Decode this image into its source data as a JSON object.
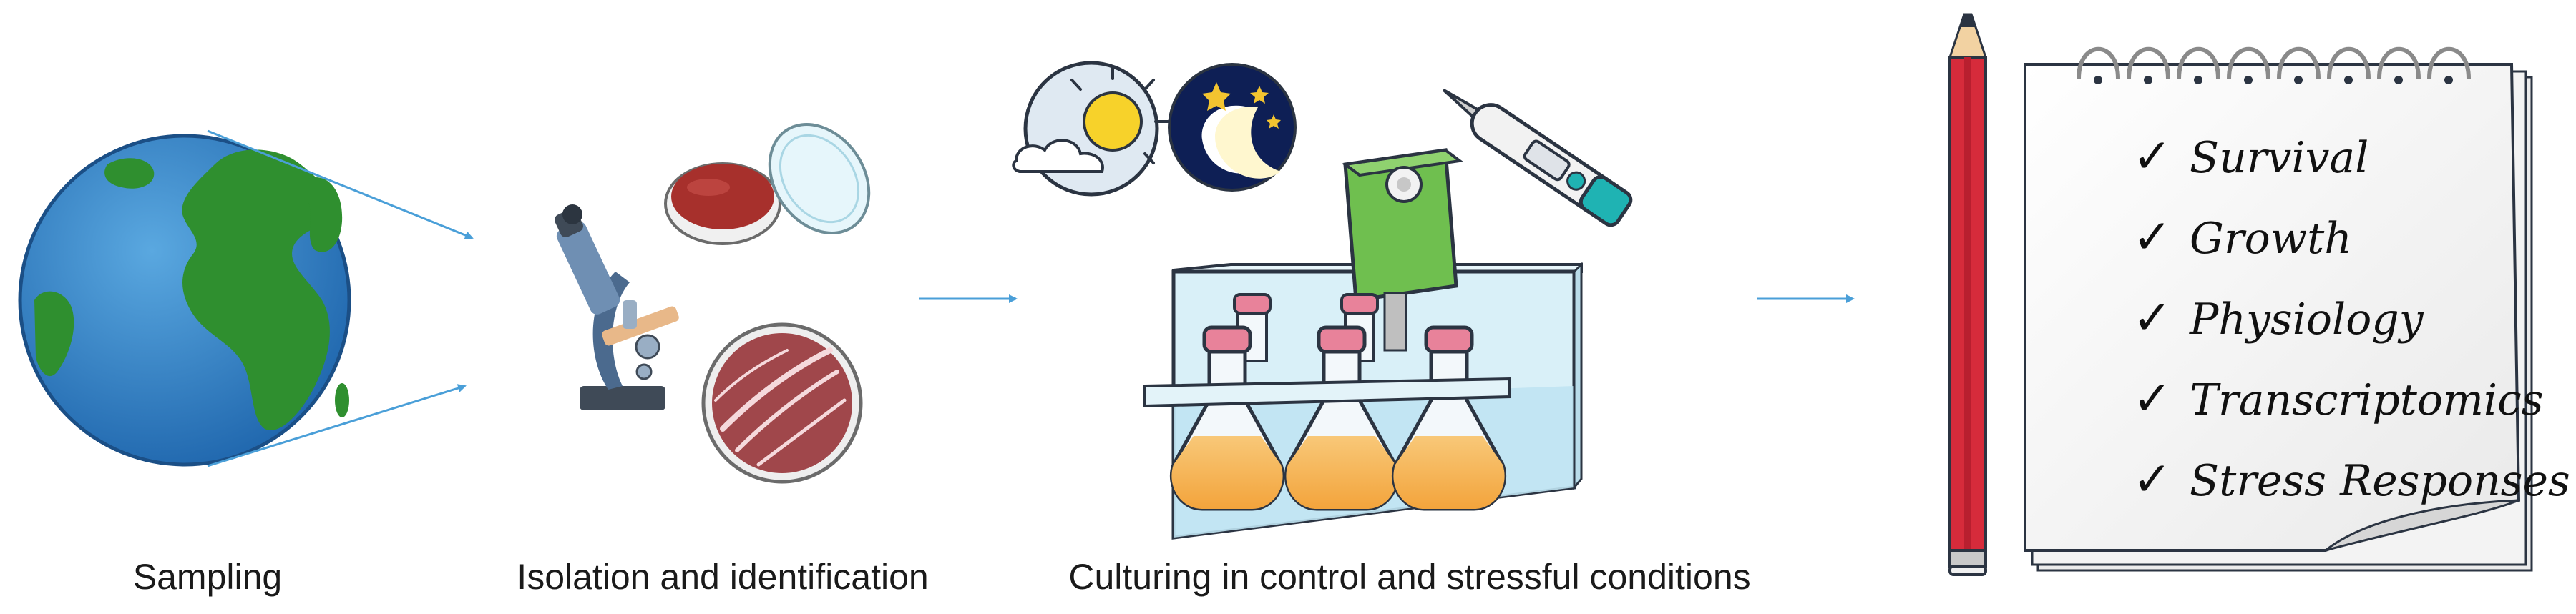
{
  "steps": [
    {
      "label": "Sampling"
    },
    {
      "label": "Isolation and identification"
    },
    {
      "label": "Culturing in control and stressful conditions"
    }
  ],
  "checklist": {
    "check_glyph": "✓",
    "items": [
      "Survival",
      "Growth",
      "Physiology",
      "Transcriptomics",
      "Stress Responses"
    ]
  },
  "colors": {
    "arrow": "#4a9fd8",
    "ocean": "#2f7fc4",
    "land": "#2f8f2f",
    "pencil": "#d62b3b",
    "flask_liquid": "#f5b04a",
    "cap": "#e8829a",
    "water_bath": "#bfe3f2",
    "heater": "#6fbf4f",
    "thermometer_tip": "#1fb3b3"
  },
  "icons": [
    "globe-icon",
    "microscope-icon",
    "petri-dish-icon",
    "sun-cloud-icon",
    "moon-stars-icon",
    "thermometer-icon",
    "water-bath-icon",
    "flask-icon",
    "pencil-icon",
    "notepad-icon"
  ]
}
